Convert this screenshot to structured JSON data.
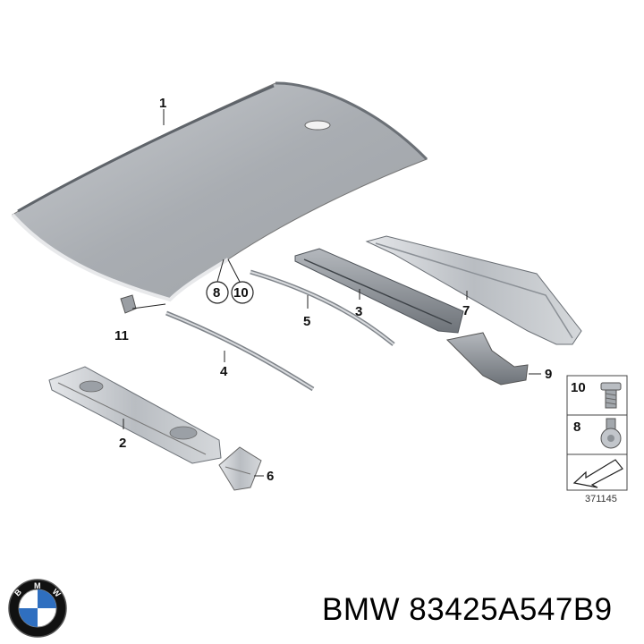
{
  "diagram": {
    "parts": [
      {
        "id": "p1",
        "label": "1",
        "name": "roof panel"
      },
      {
        "id": "p2",
        "label": "2",
        "name": "front roof frame"
      },
      {
        "id": "p3",
        "label": "3",
        "name": "roof bow"
      },
      {
        "id": "p4",
        "label": "4",
        "name": "roof strip"
      },
      {
        "id": "p5",
        "label": "5",
        "name": "roof strip"
      },
      {
        "id": "p6",
        "label": "6",
        "name": "bracket"
      },
      {
        "id": "p7",
        "label": "7",
        "name": "rear roof frame"
      },
      {
        "id": "p8",
        "label": "8",
        "name": "screw"
      },
      {
        "id": "p9",
        "label": "9",
        "name": "corner bracket"
      },
      {
        "id": "p10",
        "label": "10",
        "name": "bolt"
      },
      {
        "id": "p11",
        "label": "11",
        "name": "clip"
      }
    ],
    "legend": [
      {
        "label": "10"
      },
      {
        "label": "8"
      }
    ],
    "reference": "371145"
  },
  "brand": {
    "text": "BMW 83425A547B9",
    "logo_letters": "BMW",
    "logo_colors": {
      "ring": "#111111",
      "blue": "#2f6fc0",
      "white": "#ffffff"
    }
  }
}
